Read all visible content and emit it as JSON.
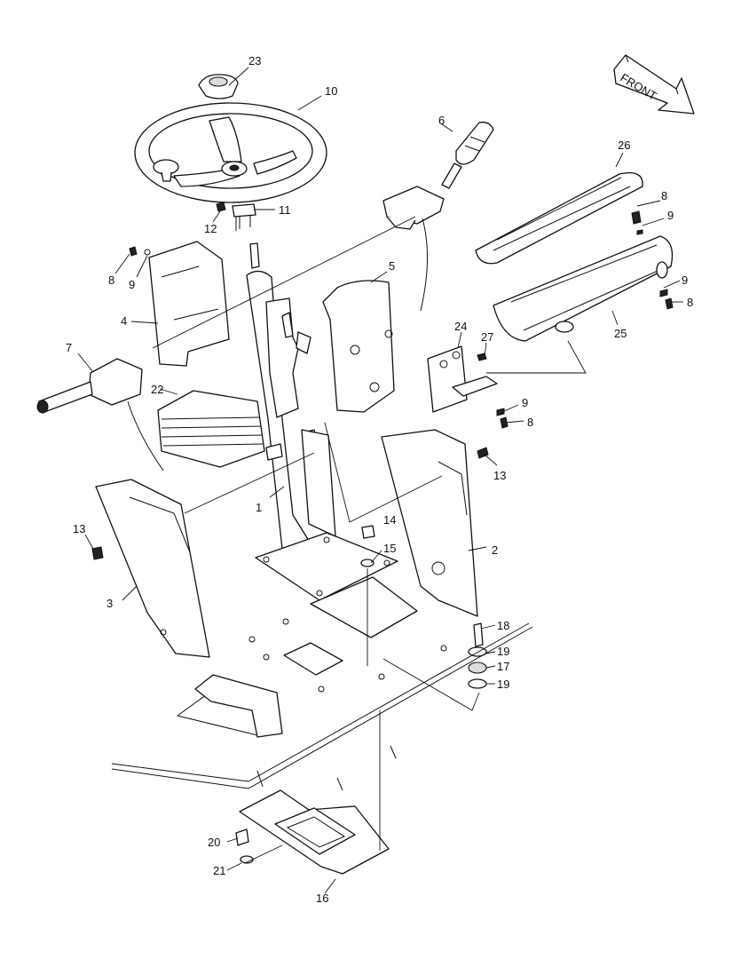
{
  "front_arrow": {
    "label": "FRONT"
  },
  "callouts": [
    {
      "id": "c23",
      "label": "23"
    },
    {
      "id": "c10",
      "label": "10"
    },
    {
      "id": "c6",
      "label": "6"
    },
    {
      "id": "c26",
      "label": "26"
    },
    {
      "id": "c11",
      "label": "11"
    },
    {
      "id": "c12",
      "label": "12"
    },
    {
      "id": "c8a",
      "label": "8"
    },
    {
      "id": "c9a",
      "label": "9"
    },
    {
      "id": "c8b",
      "label": "8"
    },
    {
      "id": "c9b",
      "label": "9"
    },
    {
      "id": "c9c",
      "label": "9"
    },
    {
      "id": "c8c",
      "label": "8"
    },
    {
      "id": "c5",
      "label": "5"
    },
    {
      "id": "c4",
      "label": "4"
    },
    {
      "id": "c24",
      "label": "24"
    },
    {
      "id": "c27",
      "label": "27"
    },
    {
      "id": "c25",
      "label": "25"
    },
    {
      "id": "c7",
      "label": "7"
    },
    {
      "id": "c22",
      "label": "22"
    },
    {
      "id": "c9d",
      "label": "9"
    },
    {
      "id": "c8d",
      "label": "8"
    },
    {
      "id": "c13a",
      "label": "13"
    },
    {
      "id": "c1",
      "label": "1"
    },
    {
      "id": "c14",
      "label": "14"
    },
    {
      "id": "c13b",
      "label": "13"
    },
    {
      "id": "c15",
      "label": "15"
    },
    {
      "id": "c2",
      "label": "2"
    },
    {
      "id": "c3",
      "label": "3"
    },
    {
      "id": "c18",
      "label": "18"
    },
    {
      "id": "c19a",
      "label": "19"
    },
    {
      "id": "c17",
      "label": "17"
    },
    {
      "id": "c19b",
      "label": "19"
    },
    {
      "id": "c20",
      "label": "20"
    },
    {
      "id": "c21",
      "label": "21"
    },
    {
      "id": "c16",
      "label": "16"
    }
  ]
}
